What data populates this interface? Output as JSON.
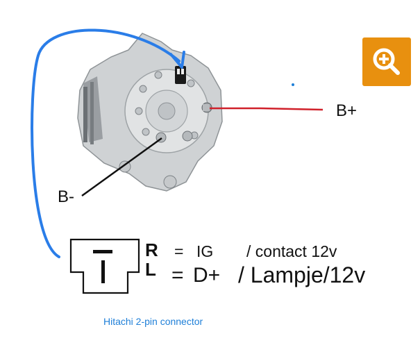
{
  "labels": {
    "b_plus": "B+",
    "b_minus": "B-",
    "pin_r": "R",
    "pin_l": "L",
    "r_equals": "=",
    "r_meaning": "IG",
    "r_note": "/ contact 12v",
    "l_equals": "=",
    "l_meaning": "D+",
    "l_note": "/ Lampje/12v"
  },
  "caption": "Hitachi 2-pin connector",
  "icons": {
    "zoom": "zoom-in-icon"
  },
  "colors": {
    "zoom_button": "#e8900f",
    "b_plus_wire": "#d0202a",
    "b_minus_wire": "#111111",
    "ig_wire": "#2a7de8",
    "caption": "#1e7fd8"
  }
}
